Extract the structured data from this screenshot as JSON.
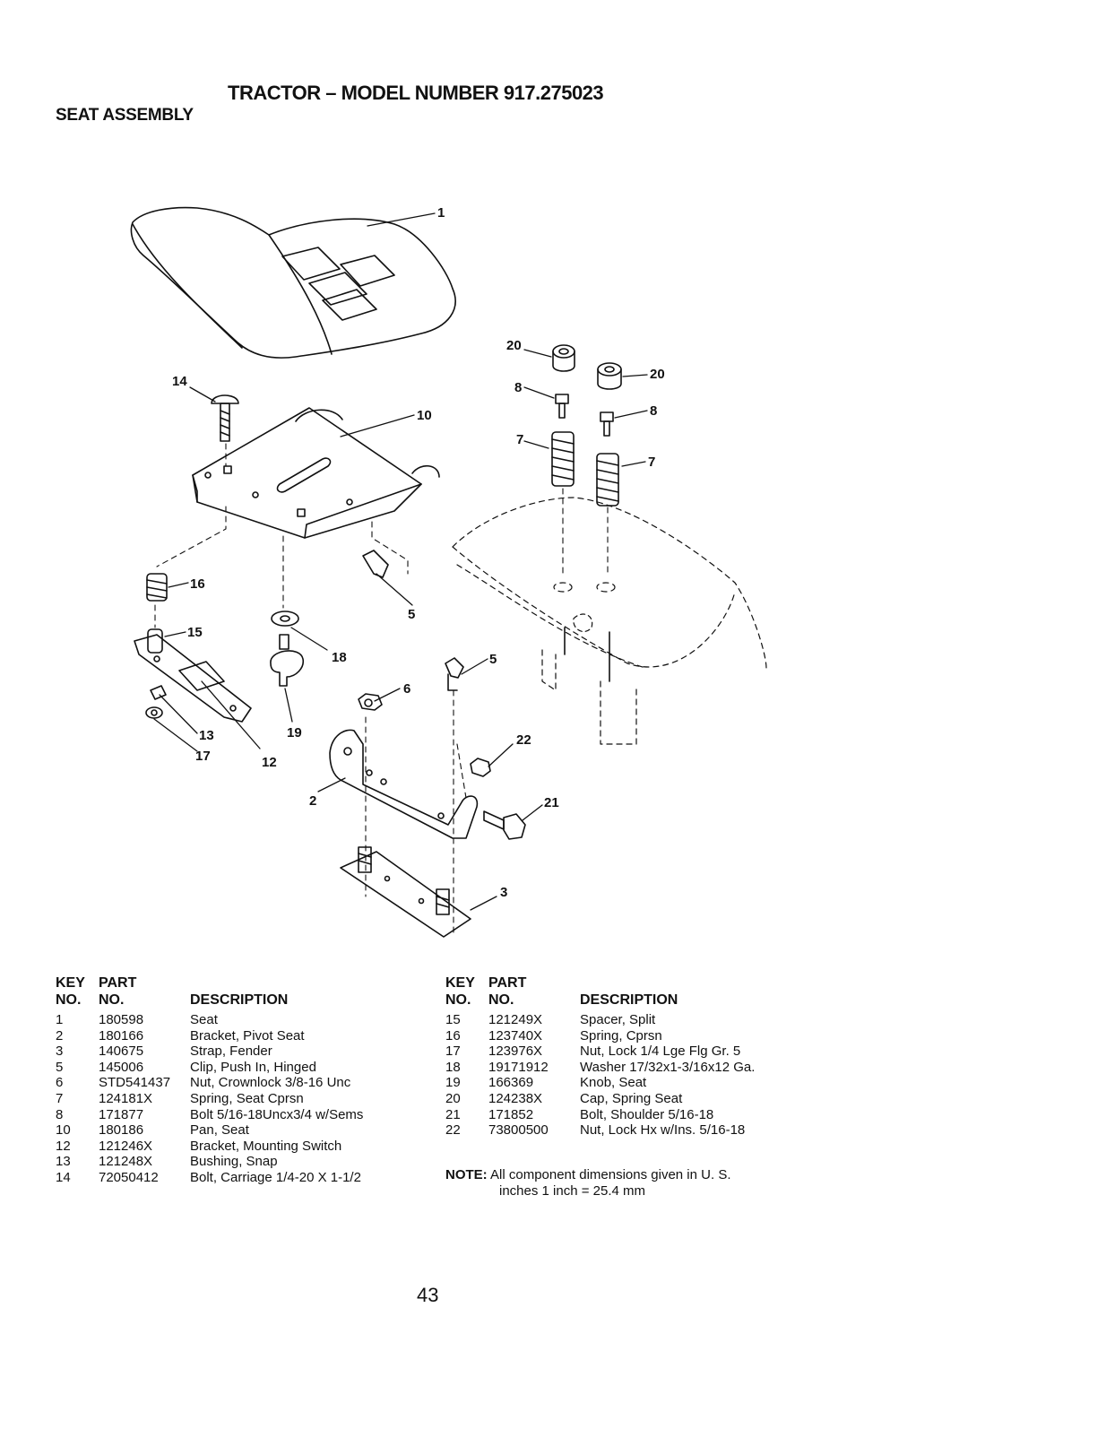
{
  "header": {
    "title": "TRACTOR – MODEL NUMBER 917.275023",
    "subtitle": "SEAT ASSEMBLY"
  },
  "diagram": {
    "callouts": [
      "1",
      "14",
      "10",
      "20",
      "20",
      "8",
      "8",
      "7",
      "7",
      "16",
      "15",
      "5",
      "18",
      "19",
      "6",
      "5",
      "13",
      "17",
      "12",
      "22",
      "2",
      "21",
      "3"
    ]
  },
  "table_headers": {
    "key": "KEY",
    "part": "PART",
    "no1": "NO.",
    "no2": "NO.",
    "description": "DESCRIPTION"
  },
  "parts_left": [
    {
      "key": "1",
      "part": "180598",
      "desc": "Seat"
    },
    {
      "key": "2",
      "part": "180166",
      "desc": "Bracket, Pivot Seat"
    },
    {
      "key": "3",
      "part": "140675",
      "desc": "Strap, Fender"
    },
    {
      "key": "5",
      "part": "145006",
      "desc": "Clip, Push In, Hinged"
    },
    {
      "key": "6",
      "part": "STD541437",
      "desc": "Nut, Crownlock  3/8-16 Unc"
    },
    {
      "key": "7",
      "part": "124181X",
      "desc": "Spring, Seat Cprsn"
    },
    {
      "key": "8",
      "part": "171877",
      "desc": "Bolt 5/16-18Uncx3/4 w/Sems"
    },
    {
      "key": "10",
      "part": "180186",
      "desc": "Pan, Seat"
    },
    {
      "key": "12",
      "part": "121246X",
      "desc": "Bracket, Mounting Switch"
    },
    {
      "key": "13",
      "part": "121248X",
      "desc": "Bushing, Snap"
    },
    {
      "key": "14",
      "part": "72050412",
      "desc": "Bolt, Carriage  1/4-20 X 1-1/2"
    }
  ],
  "parts_right": [
    {
      "key": "15",
      "part": "121249X",
      "desc": "Spacer, Split"
    },
    {
      "key": "16",
      "part": "123740X",
      "desc": "Spring, Cprsn"
    },
    {
      "key": "17",
      "part": "123976X",
      "desc": "Nut, Lock  1/4 Lge Flg Gr. 5"
    },
    {
      "key": "18",
      "part": "19171912",
      "desc": "Washer 17/32x1-3/16x12 Ga."
    },
    {
      "key": "19",
      "part": "166369",
      "desc": "Knob, Seat"
    },
    {
      "key": "20",
      "part": "124238X",
      "desc": "Cap, Spring Seat"
    },
    {
      "key": "21",
      "part": "171852",
      "desc": "Bolt, Shoulder  5/16-18"
    },
    {
      "key": "22",
      "part": "73800500",
      "desc": "Nut, Lock Hx w/Ins.  5/16-18"
    }
  ],
  "note": {
    "label": "NOTE:",
    "line1": "All component dimensions given in U. S.",
    "line2": "inches 1 inch = 25.4 mm"
  },
  "page_number": "43"
}
